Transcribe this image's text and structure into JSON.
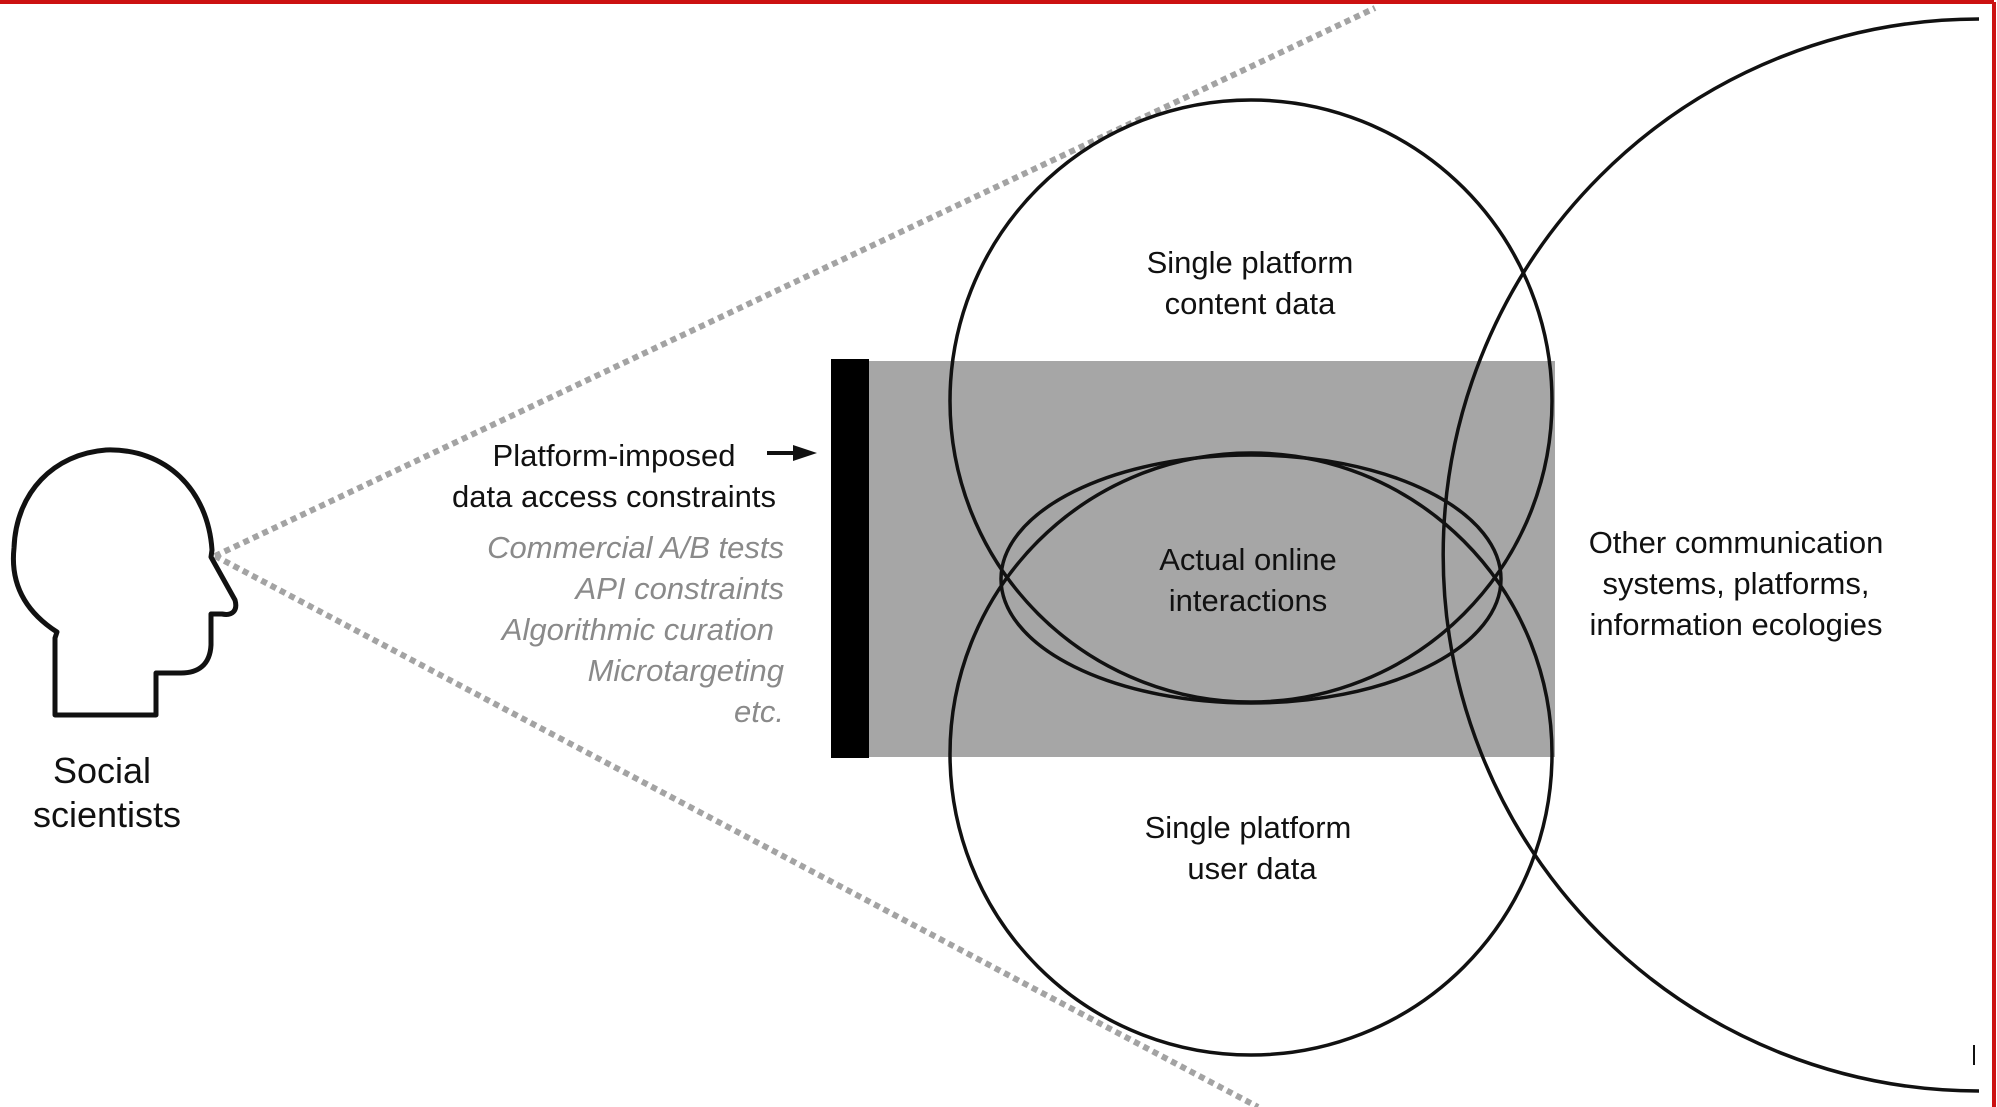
{
  "head_label": {
    "line1": "Social",
    "line2": "scientists"
  },
  "constraints": {
    "title_line1": "Platform-imposed",
    "title_line2": "data access constraints",
    "items": [
      "Commercial A/B tests",
      "API constraints",
      "Algorithmic curation",
      "Microtargeting",
      "etc."
    ]
  },
  "circles": {
    "content": {
      "line1": "Single platform",
      "line2": "content data"
    },
    "user": {
      "line1": "Single platform",
      "line2": "user data"
    },
    "actual": {
      "line1": "Actual online",
      "line2": "interactions"
    },
    "other": {
      "line1": "Other communication",
      "line2": "systems, platforms,",
      "line3": "information ecologies"
    }
  },
  "colors": {
    "border": "#cc1111",
    "gray_block": "#a6a6a6",
    "barrier": "#000000",
    "dotted_lines": "#a3a3a3",
    "constraint_items": "#8a8a8a"
  },
  "icons": {
    "head": "head-profile-icon",
    "arrow": "arrow-right-icon"
  }
}
